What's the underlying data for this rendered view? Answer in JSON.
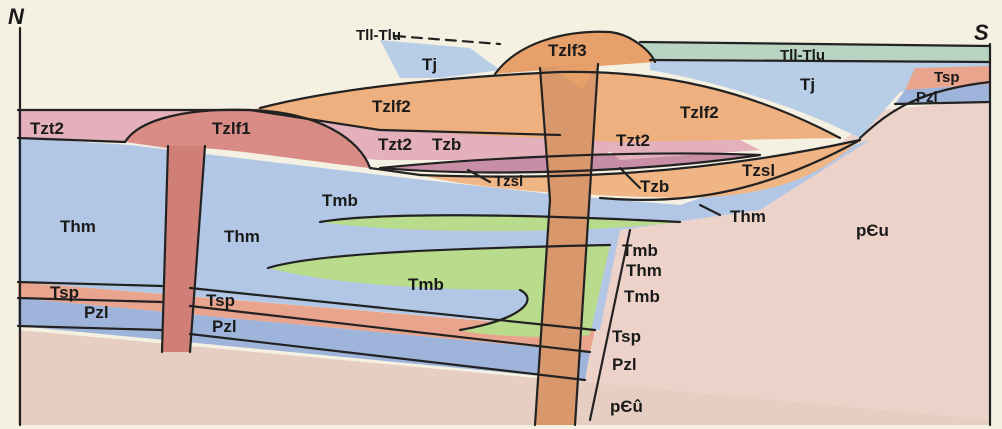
{
  "directions": {
    "north": "N",
    "south": "S"
  },
  "units": {
    "tll_tlu_top": "Tll-Tlu",
    "tll_tlu_right": "Tll-Tlu",
    "tzlf3": "Tzlf3",
    "tj_left": "Tj",
    "tj_right": "Tj",
    "tzlf2_left": "Tzlf2",
    "tzlf2_right": "Tzlf2",
    "tzt2_far_left": "Tzt2",
    "tzlf1": "Tzlf1",
    "tzt2_mid": "Tzt2",
    "tzb_mid": "Tzb",
    "tzt2_right": "Tzt2",
    "tzsl_mid": "Tzsl",
    "tzb_right": "Tzb",
    "tzsl_right": "Tzsl",
    "tsp_far_right": "Tsp",
    "pzl_far_right": "Pzl",
    "thm_left": "Thm",
    "thm_center": "Thm",
    "tmb_upper": "Tmb",
    "thm_right": "Thm",
    "pcu_right": "pЄu",
    "tmb_lower": "Tmb",
    "tmb_fault_1": "Tmb",
    "thm_fault": "Thm",
    "tmb_fault_2": "Tmb",
    "tsp_left": "Tsp",
    "pzl_left": "Pzl",
    "tsp_center": "Tsp",
    "pzl_center": "Pzl",
    "tsp_fault": "Tsp",
    "pzl_fault": "Pzl",
    "pcu_fault": "pЄû"
  },
  "colors": {
    "sky": "#f4f0e2",
    "tll": "#b9d4c2",
    "tj": "#b8cde6",
    "tzlf3": "#e7a06a",
    "tzlf2": "#eeb07e",
    "tzlf1": "#d98c86",
    "tzt2": "#e4b0bc",
    "tzb": "#c88ea6",
    "tzsl": "#f0b585",
    "thm": "#b2c7e6",
    "tmb": "#b9dc8c",
    "tsp": "#e8a48c",
    "pzl": "#9fb4da",
    "basement": "#ecd2c8",
    "dike": "#d07f76",
    "line": "#222222"
  }
}
